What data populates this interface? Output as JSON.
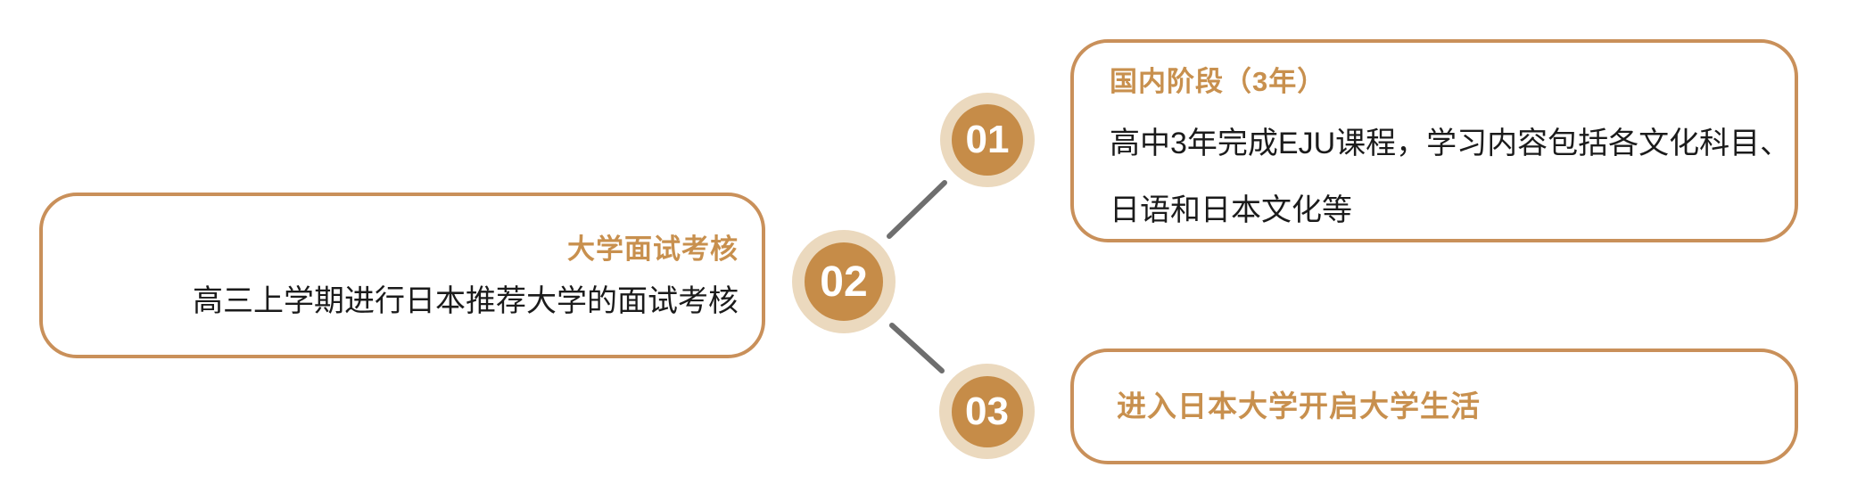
{
  "diagram": {
    "description_colors": {
      "gold_accent": "#C8904E",
      "card_border": "#C9905A",
      "badge_outer_ring": "#EBD9BE",
      "badge_inner_circle": "#C68C48",
      "badge_number_text": "#FFFFFF",
      "connector_gray": "#6E6E6E",
      "body_text": "#1B1B1B",
      "background": "#FFFFFF"
    },
    "steps": [
      {
        "number": "01",
        "title": "国内阶段（3年）",
        "body_lines": [
          "高中3年完成EJU课程，学习内容包括各文化科目、",
          "日语和日本文化等"
        ]
      },
      {
        "number": "02",
        "title": "大学面试考核",
        "body": "高三上学期进行日本推荐大学的面试考核"
      },
      {
        "number": "03",
        "title": "进入日本大学开启大学生活"
      }
    ]
  }
}
